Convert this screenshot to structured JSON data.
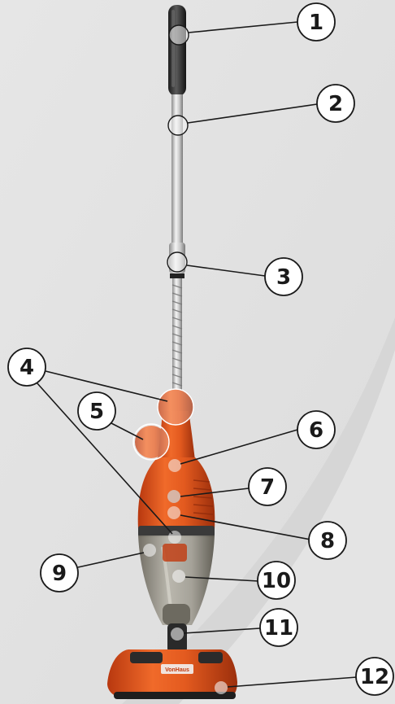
{
  "diagram": {
    "background_color": "#e4e4e4",
    "accent_color": "#d9531e",
    "callouts": [
      {
        "id": "1",
        "label": "1"
      },
      {
        "id": "2",
        "label": "2"
      },
      {
        "id": "3",
        "label": "3"
      },
      {
        "id": "4",
        "label": "4"
      },
      {
        "id": "5",
        "label": "5"
      },
      {
        "id": "6",
        "label": "6"
      },
      {
        "id": "7",
        "label": "7"
      },
      {
        "id": "8",
        "label": "8"
      },
      {
        "id": "9",
        "label": "9"
      },
      {
        "id": "10",
        "label": "10"
      },
      {
        "id": "11",
        "label": "11"
      },
      {
        "id": "12",
        "label": "12"
      }
    ],
    "brand_text": "VonHaus"
  }
}
